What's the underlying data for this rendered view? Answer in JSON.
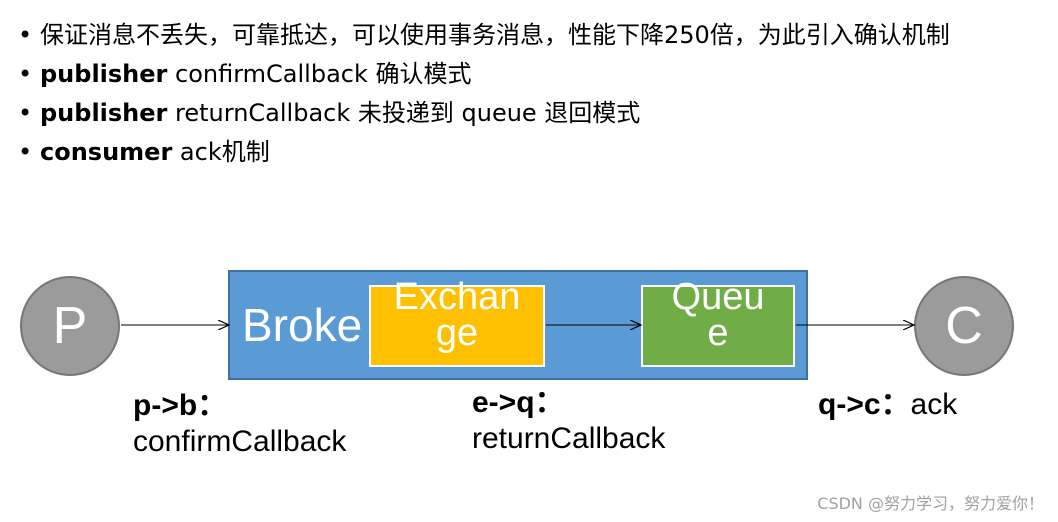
{
  "bullets": [
    {
      "bold": "",
      "text": "保证消息不丢失，可靠抵达，可以使用事务消息，性能下降250倍，为此引入确认机制"
    },
    {
      "bold": "publisher",
      "text": " confirmCallback 确认模式"
    },
    {
      "bold": "publisher",
      "text": " returnCallback 未投递到 queue 退回模式"
    },
    {
      "bold": "consumer",
      "text": " ack机制"
    }
  ],
  "bullet_symbol": "•",
  "diagram": {
    "producer": "P",
    "consumer": "C",
    "broker": "Broke",
    "exchange": {
      "line1": "Exchan",
      "line2": "ge"
    },
    "queue": {
      "line1": "Queu",
      "line2": "e"
    },
    "stages": [
      {
        "code": "p->b：",
        "detail": "confirmCallback"
      },
      {
        "code": "e->q：",
        "detail": "returnCallback"
      },
      {
        "code": "q->c：",
        "detail": "ack"
      }
    ]
  },
  "watermark": "CSDN @努力学习，努力爱你！"
}
